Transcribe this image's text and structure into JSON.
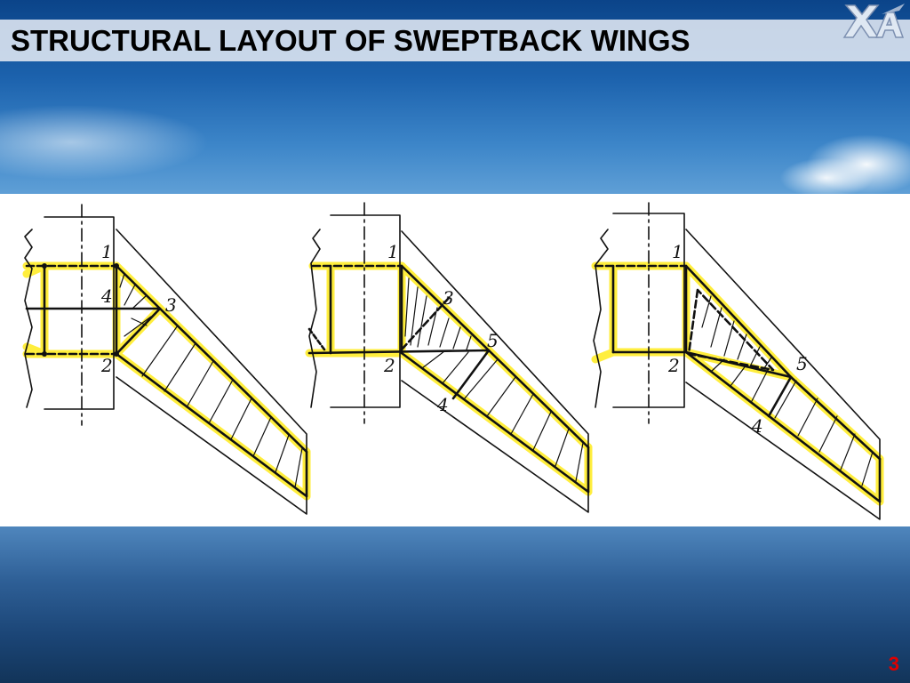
{
  "slide": {
    "title": "STRUCTURAL LAYOUT OF SWEPTBACK WINGS",
    "page_number": "3"
  },
  "logo": {
    "icon": "xai-logo-icon"
  },
  "colors": {
    "highlight": "#ffee33",
    "ink": "#111111",
    "page_number": "#e00000"
  },
  "diagrams": [
    {
      "labels": {
        "l1": "1",
        "l2": "2",
        "l3": "3",
        "l4": "4"
      }
    },
    {
      "labels": {
        "l1": "1",
        "l2": "2",
        "l3": "3",
        "l4": "4",
        "l5": "5"
      }
    },
    {
      "labels": {
        "l1": "1",
        "l2": "2",
        "l4": "4",
        "l5": "5"
      }
    }
  ]
}
